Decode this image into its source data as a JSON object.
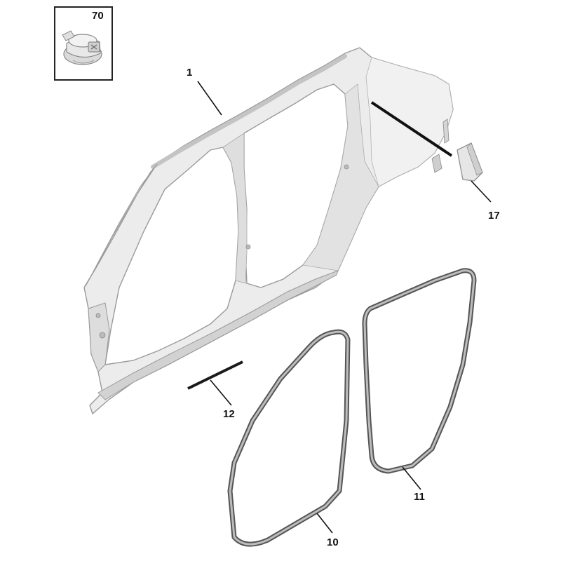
{
  "diagram": {
    "type": "exploded-parts-view",
    "colors": {
      "panel_fill": "#ececec",
      "panel_shade": "#d6d6d6",
      "outline": "#9a9a9a",
      "seal_dark": "#555555",
      "seal_light": "#b9b9b9",
      "leader": "#111111"
    }
  },
  "inset": {
    "callout": "70",
    "icon": "clip-fastener-icon"
  },
  "parts": [
    {
      "callout": "1",
      "name": "body-side-panel"
    },
    {
      "callout": "17",
      "name": "quarter-trim-piece"
    },
    {
      "callout": "12",
      "name": "sill-strip"
    },
    {
      "callout": "10",
      "name": "front-door-seal"
    },
    {
      "callout": "11",
      "name": "rear-door-seal"
    }
  ]
}
